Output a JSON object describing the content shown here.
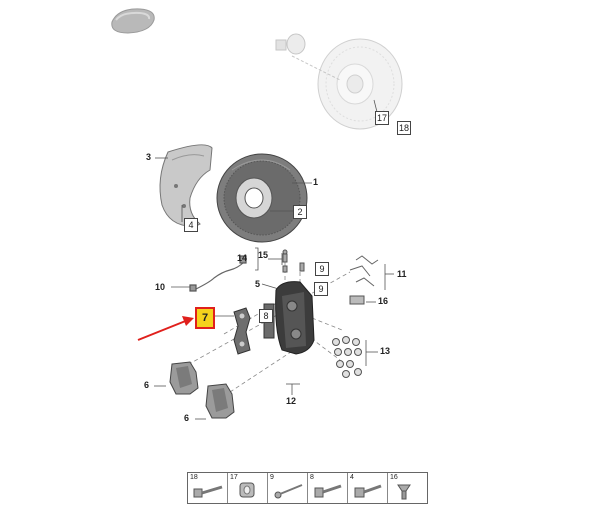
{
  "diagram": {
    "callouts": {
      "c1": "1",
      "c2": "2",
      "c3": "3",
      "c4": "4",
      "c5": "5",
      "c6a": "6",
      "c6b": "6",
      "c7": "7",
      "c8": "8",
      "c9a": "9",
      "c9b": "9",
      "c10": "10",
      "c11": "11",
      "c12": "12",
      "c13": "13",
      "c14": "14",
      "c15": "15",
      "c16": "16",
      "c17": "17",
      "c18": "18"
    },
    "highlighted_part": "7",
    "parts_strip": [
      "18",
      "17",
      "9",
      "8",
      "4",
      "16"
    ],
    "colors": {
      "highlight_fill": "#f5d21c",
      "highlight_border": "#e0201c",
      "arrow": "#e0201c"
    }
  }
}
